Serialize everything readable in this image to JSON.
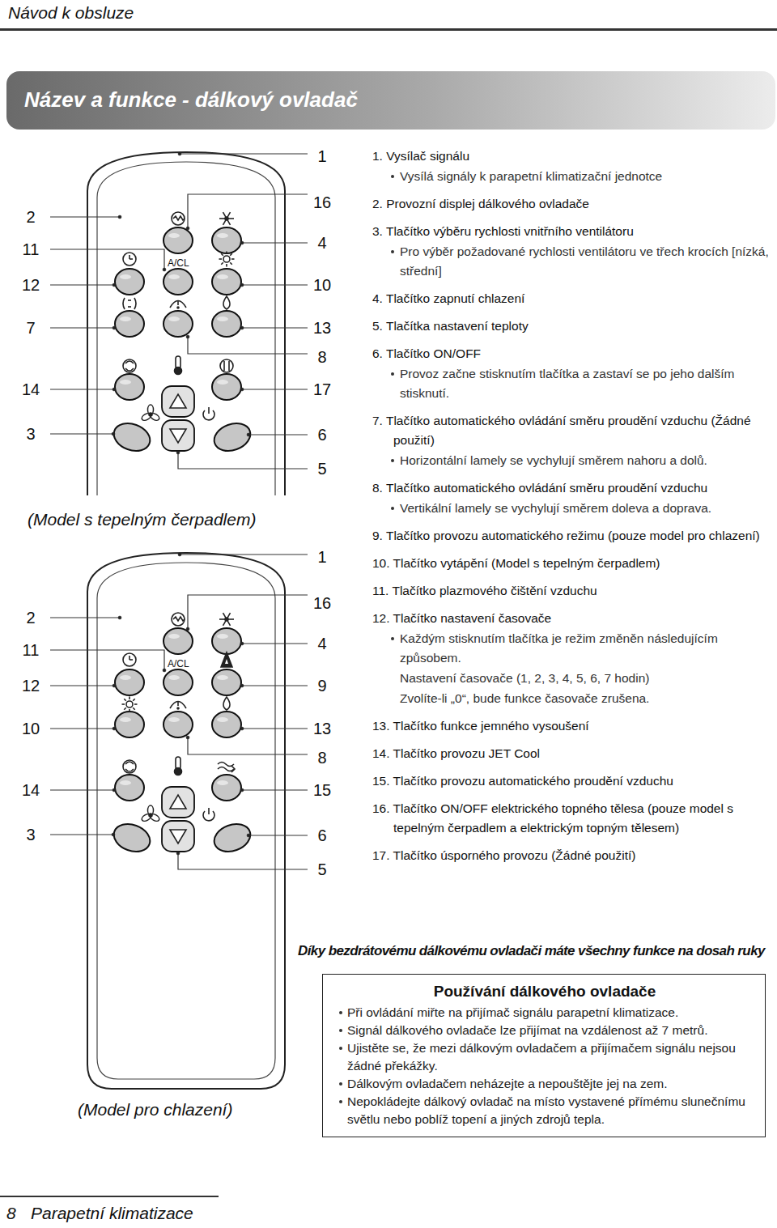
{
  "diagram": {
    "title": "Název a funkce - dálkový ovladač",
    "nodes": [
      {
        "text": [
          "Používání dálkového ovladače",
          "Při ovládání miřte na přijímač signálu parapetní klimatizace.",
          "Signál dálkového ovladače lze přijímat na vzdálenost až 7 metrů.",
          "Ujistěte se, že mezi dálkovým ovladačem a přijímačem signálu nejsou žádné překážky.",
          "Dálkovým ovladačem neházejte a nepouštějte jej na zem.",
          "Nepokládejte dálkový ovladač na místo vystavené přímému slunečnímu světlu nebo poblíž topení a jiných zdrojů tepla."
        ]
      }
    ],
    "labels": [
      "Návod k obsluze",
      "2",
      "11",
      "12",
      "7",
      "14",
      "3",
      "1",
      "16",
      "4",
      "10",
      "13",
      "8",
      "17",
      "6",
      "5",
      "A/CL",
      "(Model s tepelným čerpadlem)",
      "2",
      "11",
      "12",
      "10",
      "14",
      "3",
      "1",
      "16",
      "4",
      "9",
      "13",
      "8",
      "15",
      "6",
      "5",
      "A/CL",
      "(Model pro chlazení)",
      "1. Vysílač signálu",
      "Vysílá signály k parapetní klimatizační jednotce",
      "2. Provozní displej dálkového ovladače",
      "3. Tlačítko výběru rychlosti vnitřního ventilátoru",
      "Pro výběr požadované rychlosti ventilátoru ve třech krocích [nízká, střední]",
      "4. Tlačítko zapnutí chlazení",
      "5. Tlačítka nastavení teploty",
      "6. Tlačítko ON/OFF",
      "Provoz začne stisknutím tlačítka a zastaví se po jeho dalším stisknutí.",
      "7. Tlačítko automatického ovládání směru proudění vzduchu (Žádné použití)",
      "Horizontální lamely se vychylují směrem nahoru a dolů.",
      "8. Tlačítko automatického ovládání směru proudění vzduchu",
      "Vertikální lamely se vychylují směrem doleva a doprava.",
      "9. Tlačítko provozu automatického režimu (pouze model pro chlazení)",
      "10. Tlačítko vytápění (Model s tepelným čerpadlem)",
      "11. Tlačítko plazmového čištění vzduchu",
      "12. Tlačítko nastavení časovače",
      "Každým stisknutím tlačítka je režim změněn následujícím způsobem.",
      "Nastavení časovače (1, 2, 3, 4, 5, 6, 7 hodin)",
      "Zvolíte-li „0“, bude funkce časovače zrušena.",
      "13. Tlačítko funkce jemného vysoušení",
      "14. Tlačítko provozu JET Cool",
      "15. Tlačítko provozu automatického proudění vzduchu",
      "16. Tlačítko ON/OFF elektrického topného tělesa (pouze model s tepelným čerpadlem a elektrickým topným tělesem)",
      "17. Tlačítko úsporného provozu (Žádné použití)",
      "Díky bezdrátovému dálkovému ovladači máte všechny funkce na dosah ruky",
      "8",
      "Parapetní klimatizace"
    ]
  }
}
